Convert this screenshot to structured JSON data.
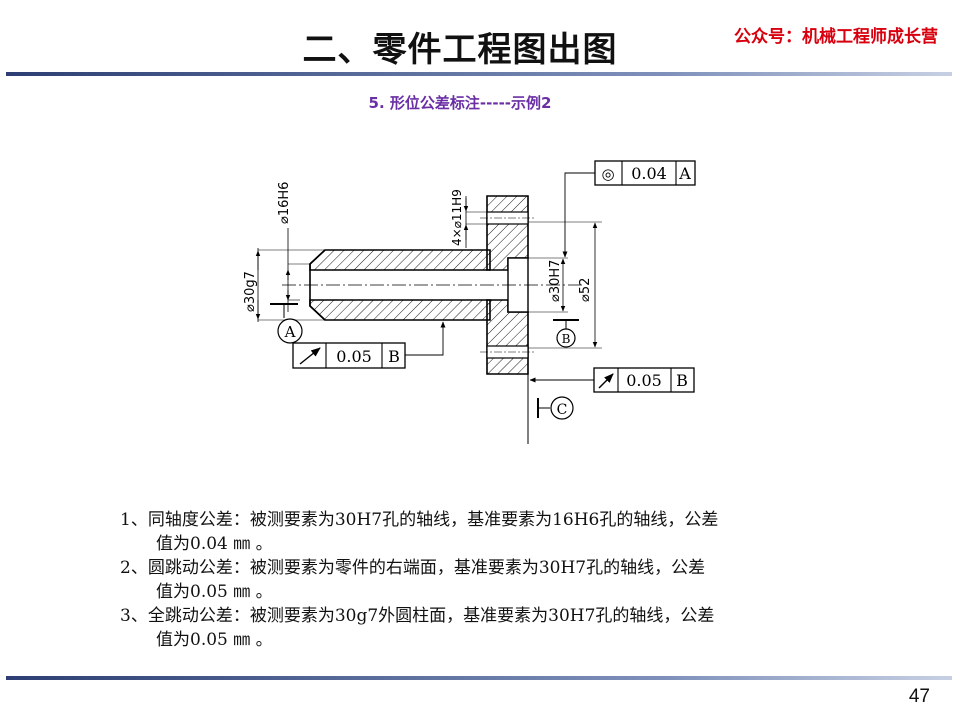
{
  "header": {
    "title": "二、零件工程图出图",
    "wechat": "公众号：机械工程师成长营",
    "subtitle": "5. 形位公差标注-----示例2"
  },
  "drawing": {
    "dims": {
      "d16": "⌀16H6",
      "holes": "4×⌀11H9",
      "d30g7": "⌀30g7",
      "d30H7": "⌀30H7",
      "d52": "⌀52"
    },
    "fcf_coaxial": {
      "symbol": "◎",
      "value": "0.04",
      "datum": "A"
    },
    "fcf_runout": {
      "symbol": "↗",
      "value": "0.05",
      "datum": "B"
    },
    "fcf_runout_face": {
      "symbol": "↗",
      "value": "0.05",
      "datum": "B"
    },
    "datums": {
      "a": "A",
      "b": "B",
      "c": "C"
    }
  },
  "notes": [
    {
      "text": "1、同轴度公差：被测要素为30H7孔的轴线，基准要素为16H6孔的轴线，公差"
    },
    {
      "text": "值为0.04 ㎜ 。"
    },
    {
      "text": "2、圆跳动公差：被测要素为零件的右端面，基准要素为30H7孔的轴线，公差"
    },
    {
      "text": "值为0.05 ㎜ 。"
    },
    {
      "text": "3、全跳动公差：被测要素为30g7外圆柱面，基准要素为30H7孔的轴线，公差"
    },
    {
      "text": "值为0.05 ㎜ 。"
    }
  ],
  "footer": {
    "page": "47"
  }
}
